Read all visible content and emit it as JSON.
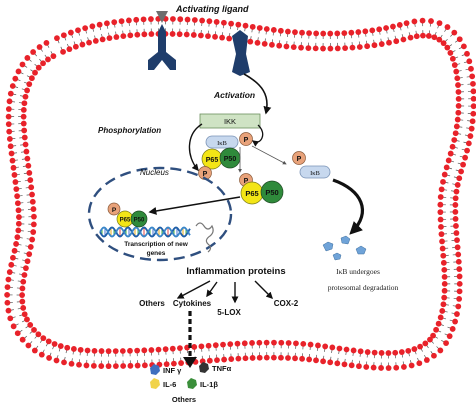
{
  "labels": {
    "activating_ligand": "Activating ligand",
    "activation": "Activation",
    "phosphorylation": "Phosphorylation",
    "ikk": "IKK",
    "ikb_top": "IκB",
    "ikb_free": "IκB",
    "p_symbol": "P",
    "p65": "P65",
    "p50": "P50",
    "nucleus": "Nucleus",
    "transcription_line1": "Transcription of new",
    "transcription_line2": "genes",
    "ikb_degradation_line1": "IκB undergoes",
    "ikb_degradation_line2": "protesomal degradation",
    "inflammation_proteins": "Inflammation proteins",
    "others": "Others",
    "cytokines": "Cytokines",
    "lox5": "5-LOX",
    "cox2": "COX-2",
    "inf_gamma": "INF γ",
    "tnf_alpha": "TNFα",
    "il6": "IL-6",
    "il1b": "IL-1β",
    "others_bottom": "Others"
  },
  "colors": {
    "membrane_head": "#e8222a",
    "membrane_tail": "#555555",
    "receptor": "#1f3d6b",
    "ligand": "#6e6e6e",
    "ikk_fill": "#cfe3c4",
    "ikb_fill": "#c7d8ee",
    "p_fill": "#e8a27a",
    "p65_fill": "#f3e516",
    "p50_fill": "#2f8a3b",
    "nucleus_border": "#2f4f7f",
    "inf_gamma": "#3f6fbf",
    "tnf_alpha": "#333333",
    "il6": "#f1d34a",
    "il1b": "#3b8f3b",
    "fragment": "#6fa3d8"
  }
}
